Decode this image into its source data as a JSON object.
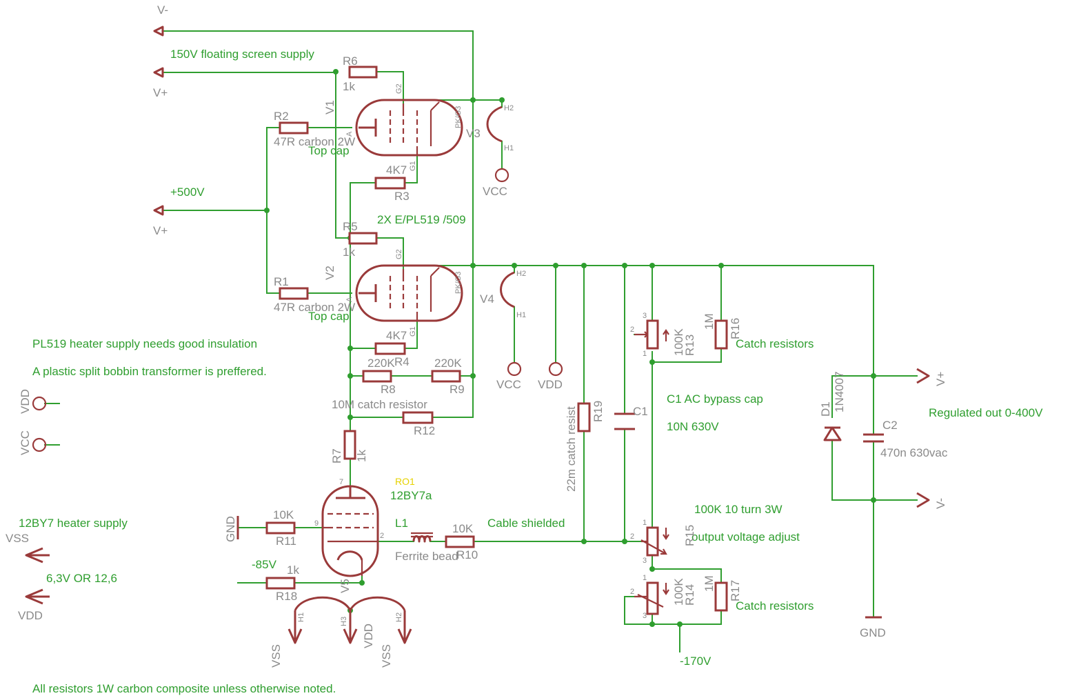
{
  "notes": {
    "screen_supply": "150V floating screen supply",
    "plus500": "+500V",
    "tubes": "2X E/PL519 /509",
    "heater_insulation": "PL519 heater supply needs good insulation",
    "bobbin": "A plastic split bobbin transformer is preffered.",
    "catch_10m": "10M catch resistor",
    "heater_12by7": "12BY7 heater supply",
    "heater_volts": "6,3V OR 12,6",
    "cable": "Cable shielded",
    "c1_bypass": "C1 AC bypass cap",
    "c1_value": "10N 630V",
    "pot_desc": "100K 10 turn 3W",
    "pot_fn": "output voltage adjust",
    "catch_top": "Catch  resistors",
    "catch_bottom": "Catch  resistors",
    "regulated": "Regulated out 0-400V",
    "minus85": "-85V",
    "minus170": "-170V",
    "resistors_note": "All resistors 1W carbon composite unless otherwise noted.",
    "topcap1": "Top cap",
    "topcap2": "Top cap",
    "catch_22m": "22m catch resist"
  },
  "supplies": {
    "vminus_top": "V-",
    "vplus_1": "V+",
    "vplus_2": "V+",
    "vss_left": "VSS",
    "vdd_left": "VDD",
    "vdd_legend": "VDD",
    "vcc_legend": "VCC",
    "vcc_v3": "VCC",
    "vcc_v4": "VCC",
    "vdd_v4": "VDD",
    "gnd_v5": "GND",
    "gnd_c2": "GND",
    "vss_h1": "VSS",
    "vdd_h3": "VDD",
    "vss_h2": "VSS",
    "out_plus": "V+",
    "out_minus": "V-"
  },
  "parts": {
    "r1": {
      "name": "R1",
      "value": "47R carbon 2W"
    },
    "r2": {
      "name": "R2",
      "value": "47R carbon 2W"
    },
    "r3": {
      "name": "R3",
      "value": "4K7"
    },
    "r4": {
      "name": "R4",
      "value": "4K7"
    },
    "r5": {
      "name": "R5",
      "value": "1k"
    },
    "r6": {
      "name": "R6",
      "value": "1k"
    },
    "r7": {
      "name": "R7",
      "value": "1k"
    },
    "r8": {
      "name": "R8",
      "value": "220K"
    },
    "r9": {
      "name": "R9",
      "value": "220K"
    },
    "r10": {
      "name": "R10",
      "value": "10K"
    },
    "r11": {
      "name": "R11",
      "value": "10K"
    },
    "r12": {
      "name": "R12"
    },
    "r13": {
      "name": "R13",
      "value": "100K"
    },
    "r14": {
      "name": "R14",
      "value": "100K"
    },
    "r15": {
      "name": "R15"
    },
    "r16": {
      "name": "R16",
      "value": "1M"
    },
    "r17": {
      "name": "R17",
      "value": "1M"
    },
    "r18": {
      "name": "R18",
      "value": "1k"
    },
    "r19": {
      "name": "R19"
    },
    "c1": {
      "name": "C1"
    },
    "c2": {
      "name": "C2",
      "value": "470n 630vac"
    },
    "d1": {
      "name": "D1",
      "value": "1N4007"
    },
    "l1": {
      "name": "L1",
      "value": "Ferrite bead"
    },
    "v1": {
      "name": "V1"
    },
    "v2": {
      "name": "V2"
    },
    "v3": {
      "name": "V3"
    },
    "v4": {
      "name": "V4"
    },
    "v5": {
      "name": "V5",
      "value": "12BY7a",
      "ref": "RO1"
    }
  },
  "pins": {
    "g2": "G2",
    "g1": "G1",
    "a": "A",
    "pkg3": "PK/G3",
    "h1": "H1",
    "h2": "H2",
    "h3": "H3",
    "p1": "1",
    "p2": "2",
    "p3": "3",
    "p7": "7",
    "p9": "9"
  },
  "colors": {
    "wire": "#2f9e2f",
    "symbol": "#9a3a3a",
    "ref_text": "#8a8a8a",
    "note_text": "#2f9e2f",
    "ref_yellow": "#e6d200"
  }
}
